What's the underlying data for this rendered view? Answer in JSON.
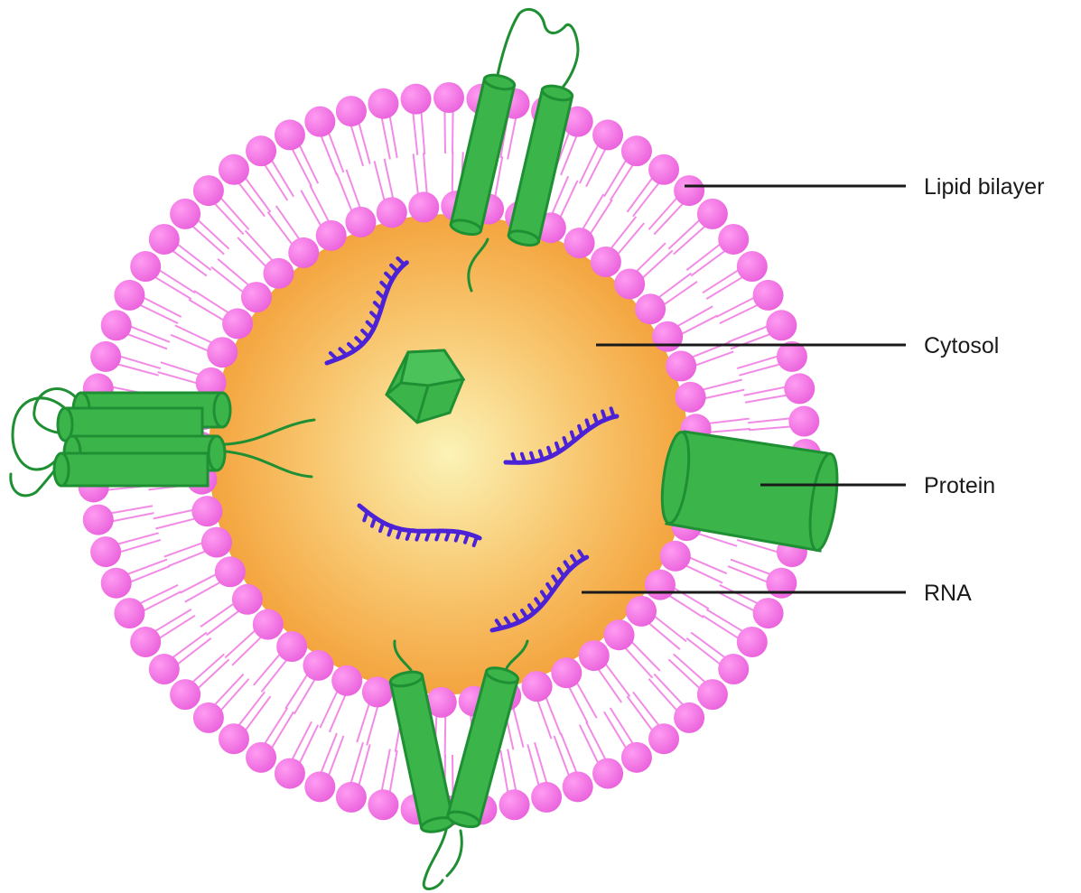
{
  "labels": {
    "lipid_bilayer": "Lipid bilayer",
    "cytosol": "Cytosol",
    "protein": "Protein",
    "rna": "RNA"
  },
  "colors": {
    "lipid_head": "#f277e6",
    "lipid_tail": "#f28be6",
    "cytosol_center": "#fbf2b4",
    "cytosol_edge": "#f5a742",
    "protein_fill": "#3bb44a",
    "protein_stroke": "#1f8f33",
    "rna": "#4b22d6",
    "leader_line": "#1a1a1a"
  }
}
